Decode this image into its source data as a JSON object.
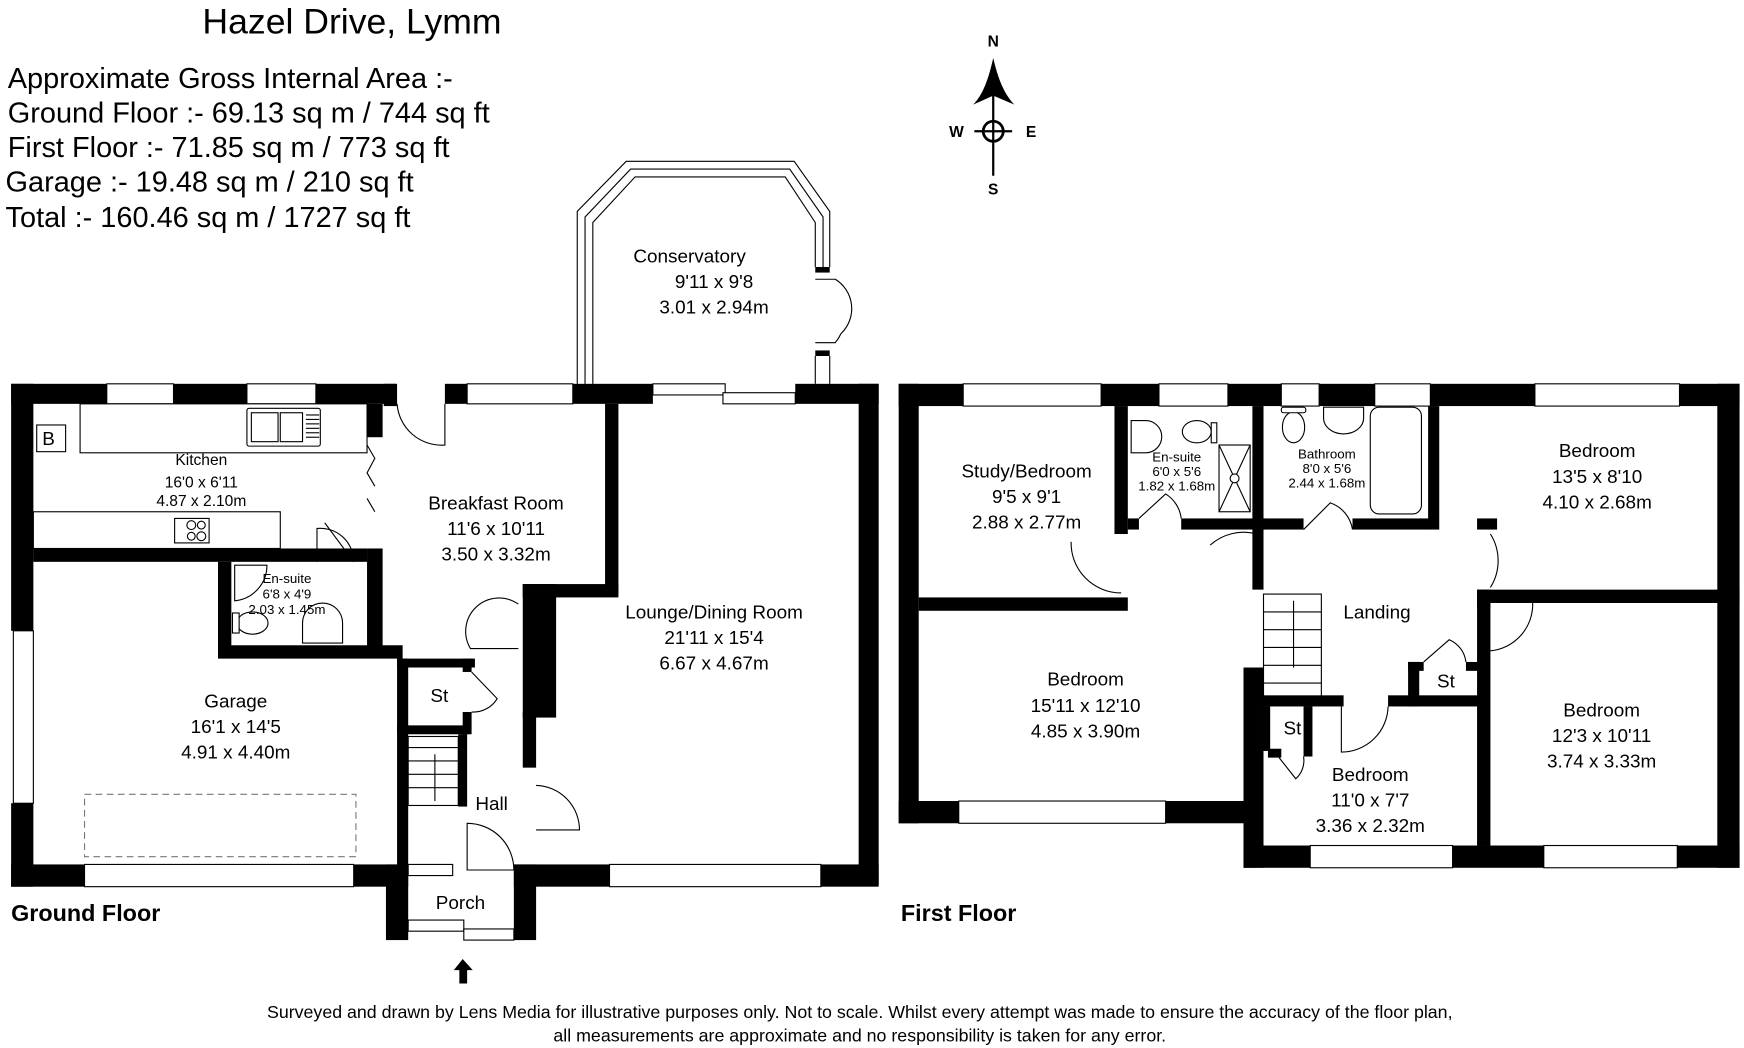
{
  "title": "Hazel Drive, Lymm",
  "areas": {
    "heading": "Approximate Gross Internal Area :-",
    "ground": "Ground Floor :- 69.13 sq m / 744 sq ft",
    "first": "First Floor :- 71.85 sq m / 773 sq ft",
    "garage": "Garage :- 19.48 sq m / 210 sq ft",
    "total": "Total :- 160.46 sq m / 1727 sq ft"
  },
  "compass": {
    "n": "N",
    "s": "S",
    "e": "E",
    "w": "W"
  },
  "ground_floor": {
    "label": "Ground Floor",
    "boiler": "B",
    "rooms": {
      "conservatory": {
        "name": "Conservatory",
        "imperial": "9'11 x 9'8",
        "metric": "3.01 x 2.94m"
      },
      "kitchen": {
        "name": "Kitchen",
        "imperial": "16'0 x 6'11",
        "metric": "4.87 x 2.10m"
      },
      "breakfast": {
        "name": "Breakfast Room",
        "imperial": "11'6 x 10'11",
        "metric": "3.50 x 3.32m"
      },
      "ensuite": {
        "name": "En-suite",
        "imperial": "6'8 x 4'9",
        "metric": "2.03 x 1.45m"
      },
      "lounge": {
        "name": "Lounge/Dining Room",
        "imperial": "21'11 x 15'4",
        "metric": "6.67 x 4.67m"
      },
      "garage": {
        "name": "Garage",
        "imperial": "16'1 x 14'5",
        "metric": "4.91 x 4.40m"
      },
      "store": {
        "name": "St"
      },
      "hall": {
        "name": "Hall"
      },
      "porch": {
        "name": "Porch"
      }
    }
  },
  "first_floor": {
    "label": "First Floor",
    "rooms": {
      "study": {
        "name": "Study/Bedroom",
        "imperial": "9'5 x 9'1",
        "metric": "2.88 x 2.77m"
      },
      "ensuite": {
        "name": "En-suite",
        "imperial": "6'0 x 5'6",
        "metric": "1.82 x 1.68m"
      },
      "bathroom": {
        "name": "Bathroom",
        "imperial": "8'0 x 5'6",
        "metric": "2.44 x 1.68m"
      },
      "bedroom_ne": {
        "name": "Bedroom",
        "imperial": "13'5 x 8'10",
        "metric": "4.10 x 2.68m"
      },
      "landing": {
        "name": "Landing"
      },
      "bedroom_w": {
        "name": "Bedroom",
        "imperial": "15'11 x 12'10",
        "metric": "4.85 x 3.90m"
      },
      "store1": {
        "name": "St"
      },
      "store2": {
        "name": "St"
      },
      "bedroom_s": {
        "name": "Bedroom",
        "imperial": "11'0 x 7'7",
        "metric": "3.36 x 2.32m"
      },
      "bedroom_se": {
        "name": "Bedroom",
        "imperial": "12'3 x 10'11",
        "metric": "3.74 x 3.33m"
      }
    }
  },
  "footer": {
    "line1": "Surveyed and drawn by Lens Media for illustrative purposes only. Not to scale. Whilst every attempt was made to ensure the accuracy of the floor plan,",
    "line2": "all measurements are approximate and no responsibility is taken for any error."
  }
}
